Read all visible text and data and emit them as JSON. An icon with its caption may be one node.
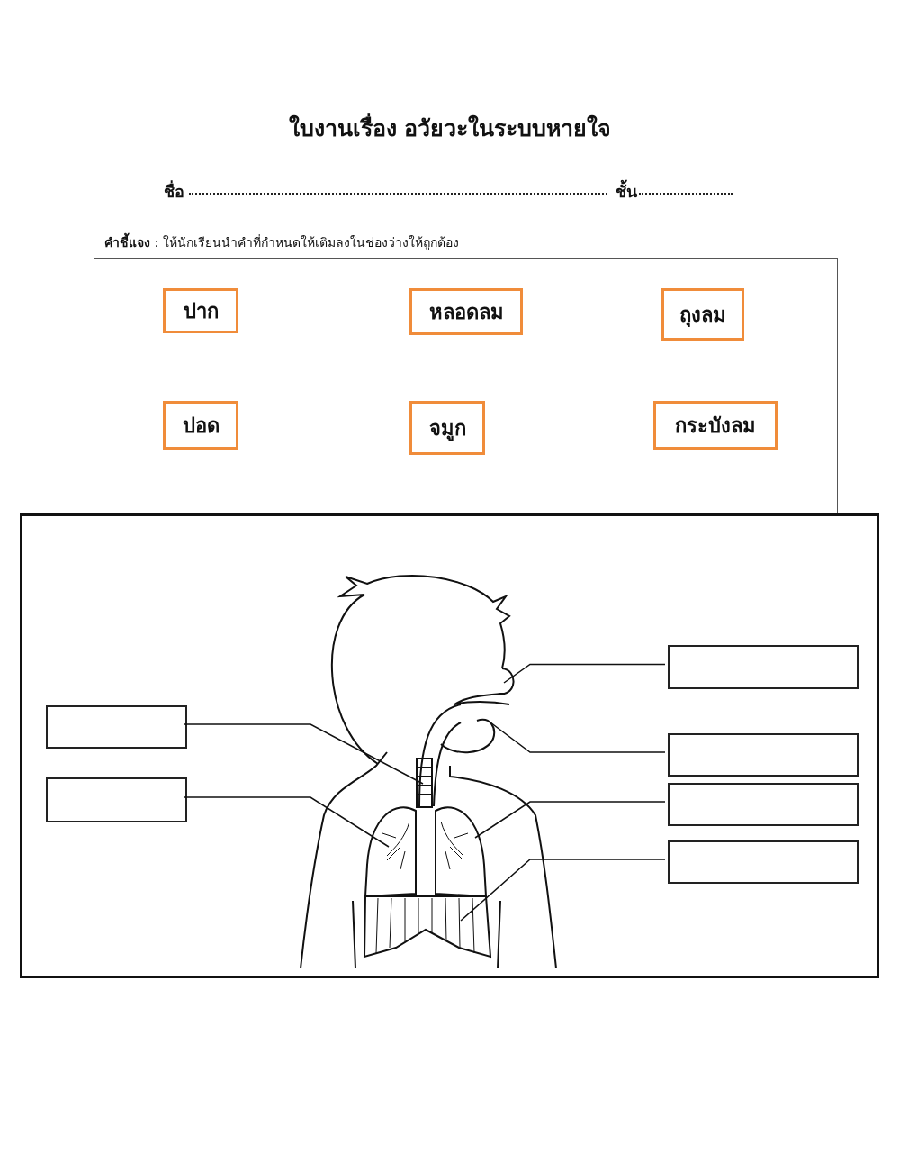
{
  "diagram": {
    "title": "ใบงานเรื่อง อวัยวะในระบบหายใจ",
    "nodes": [
      {
        "text": [],
        "shape": "box"
      },
      {
        "text": [
          "ปาก"
        ],
        "in": 0
      },
      {
        "text": [
          "หลอดลม"
        ],
        "in": 0
      },
      {
        "text": [
          "ถุงลม"
        ],
        "in": 0
      },
      {
        "text": [
          "ปอด"
        ],
        "in": 0
      },
      {
        "text": [
          "จมูก"
        ],
        "in": 0
      },
      {
        "text": [
          "กระบังลม"
        ],
        "in": 0
      },
      {
        "text": [],
        "shape": "box"
      },
      {
        "text": [],
        "shape": "box",
        "in": 7
      },
      {
        "text": [],
        "shape": "box",
        "in": 7
      },
      {
        "text": [],
        "shape": "box",
        "in": 7
      },
      {
        "text": [],
        "shape": "box",
        "in": 7
      },
      {
        "text": [],
        "shape": "box",
        "in": 7
      },
      {
        "text": [],
        "shape": "box",
        "in": 7
      }
    ],
    "edges": [
      {
        "from": 8,
        "to": null,
        "arrow": "none"
      },
      {
        "from": 9,
        "to": null,
        "arrow": "none"
      },
      {
        "from": 10,
        "to": null,
        "arrow": "none"
      },
      {
        "from": 11,
        "to": null,
        "arrow": "none"
      },
      {
        "from": 12,
        "to": null,
        "arrow": "none"
      },
      {
        "from": 13,
        "to": null,
        "arrow": "none"
      }
    ],
    "labels": [
      "ชื่อ",
      "ชั้น",
      "**คำชี้แจง** : ให้นักเรียนนำคำที่กำหนดให้เติมลงในช่องว่างให้ถูกต้อง"
    ]
  }
}
